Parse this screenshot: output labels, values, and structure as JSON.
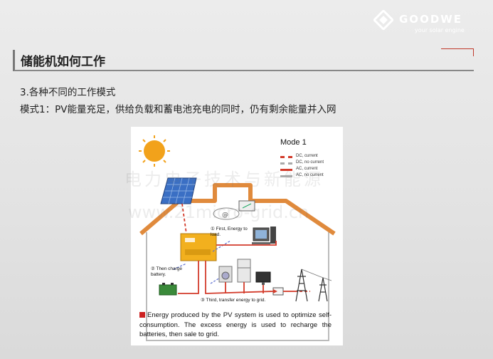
{
  "brand": {
    "name": "GOODWE",
    "tagline": "your solar engine"
  },
  "slide": {
    "title": "储能机如何工作",
    "line1": "3.各种不同的工作模式",
    "line2": "模式1：PV能量充足，供给负载和蓄电池充电的同时，仍有剩余能量并入网"
  },
  "figure": {
    "mode_title": "Mode 1",
    "legend": [
      {
        "label": "DC, current",
        "color": "#d33b2b"
      },
      {
        "label": "DC, no current",
        "color": "#aaaaaa"
      },
      {
        "label": "AC, current",
        "color": "#d33b2b"
      },
      {
        "label": "AC, no current",
        "color": "#aaaaaa"
      }
    ],
    "step1": "① First, Energy to load.",
    "step2": "② Then charge battery.",
    "step3": "③ Third, transfer energy to grid.",
    "caption": "Energy produced by the PV system is used to optimize self-consumption. The excess energy is used to recharge the batteries, then sale to grid."
  },
  "watermark": {
    "line1": "电力电子技术与新能源",
    "line2": "www.21micro-grid.cn"
  },
  "colors": {
    "accent_red": "#c0392b",
    "roof_orange": "#e08a3c",
    "inverter_yellow": "#f2b01e",
    "panel_blue": "#3a6fc4"
  }
}
